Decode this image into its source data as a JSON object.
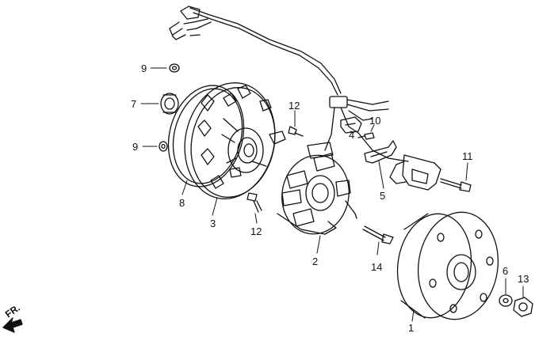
{
  "diagram": {
    "parts": [
      {
        "id": "p1",
        "number": "1",
        "name": "flywheel"
      },
      {
        "id": "p2",
        "number": "2",
        "name": "stator"
      },
      {
        "id": "p3",
        "number": "3",
        "name": "left crankcase cover"
      },
      {
        "id": "p4",
        "number": "4",
        "name": "connector"
      },
      {
        "id": "p5",
        "number": "5",
        "name": "clamp"
      },
      {
        "id": "p6",
        "number": "6",
        "name": "washer"
      },
      {
        "id": "p7",
        "number": "7",
        "name": "oil seal"
      },
      {
        "id": "p8",
        "number": "8",
        "name": "gasket"
      },
      {
        "id": "p9a",
        "number": "9",
        "name": "dowel pin"
      },
      {
        "id": "p9b",
        "number": "9",
        "name": "dowel pin"
      },
      {
        "id": "p10",
        "number": "10",
        "name": "screw"
      },
      {
        "id": "p11",
        "number": "11",
        "name": "bolt"
      },
      {
        "id": "p12a",
        "number": "12",
        "name": "screw"
      },
      {
        "id": "p12b",
        "number": "12",
        "name": "screw"
      },
      {
        "id": "p13",
        "number": "13",
        "name": "nut"
      },
      {
        "id": "p14",
        "number": "14",
        "name": "bolt"
      }
    ],
    "direction_label": "FR."
  }
}
